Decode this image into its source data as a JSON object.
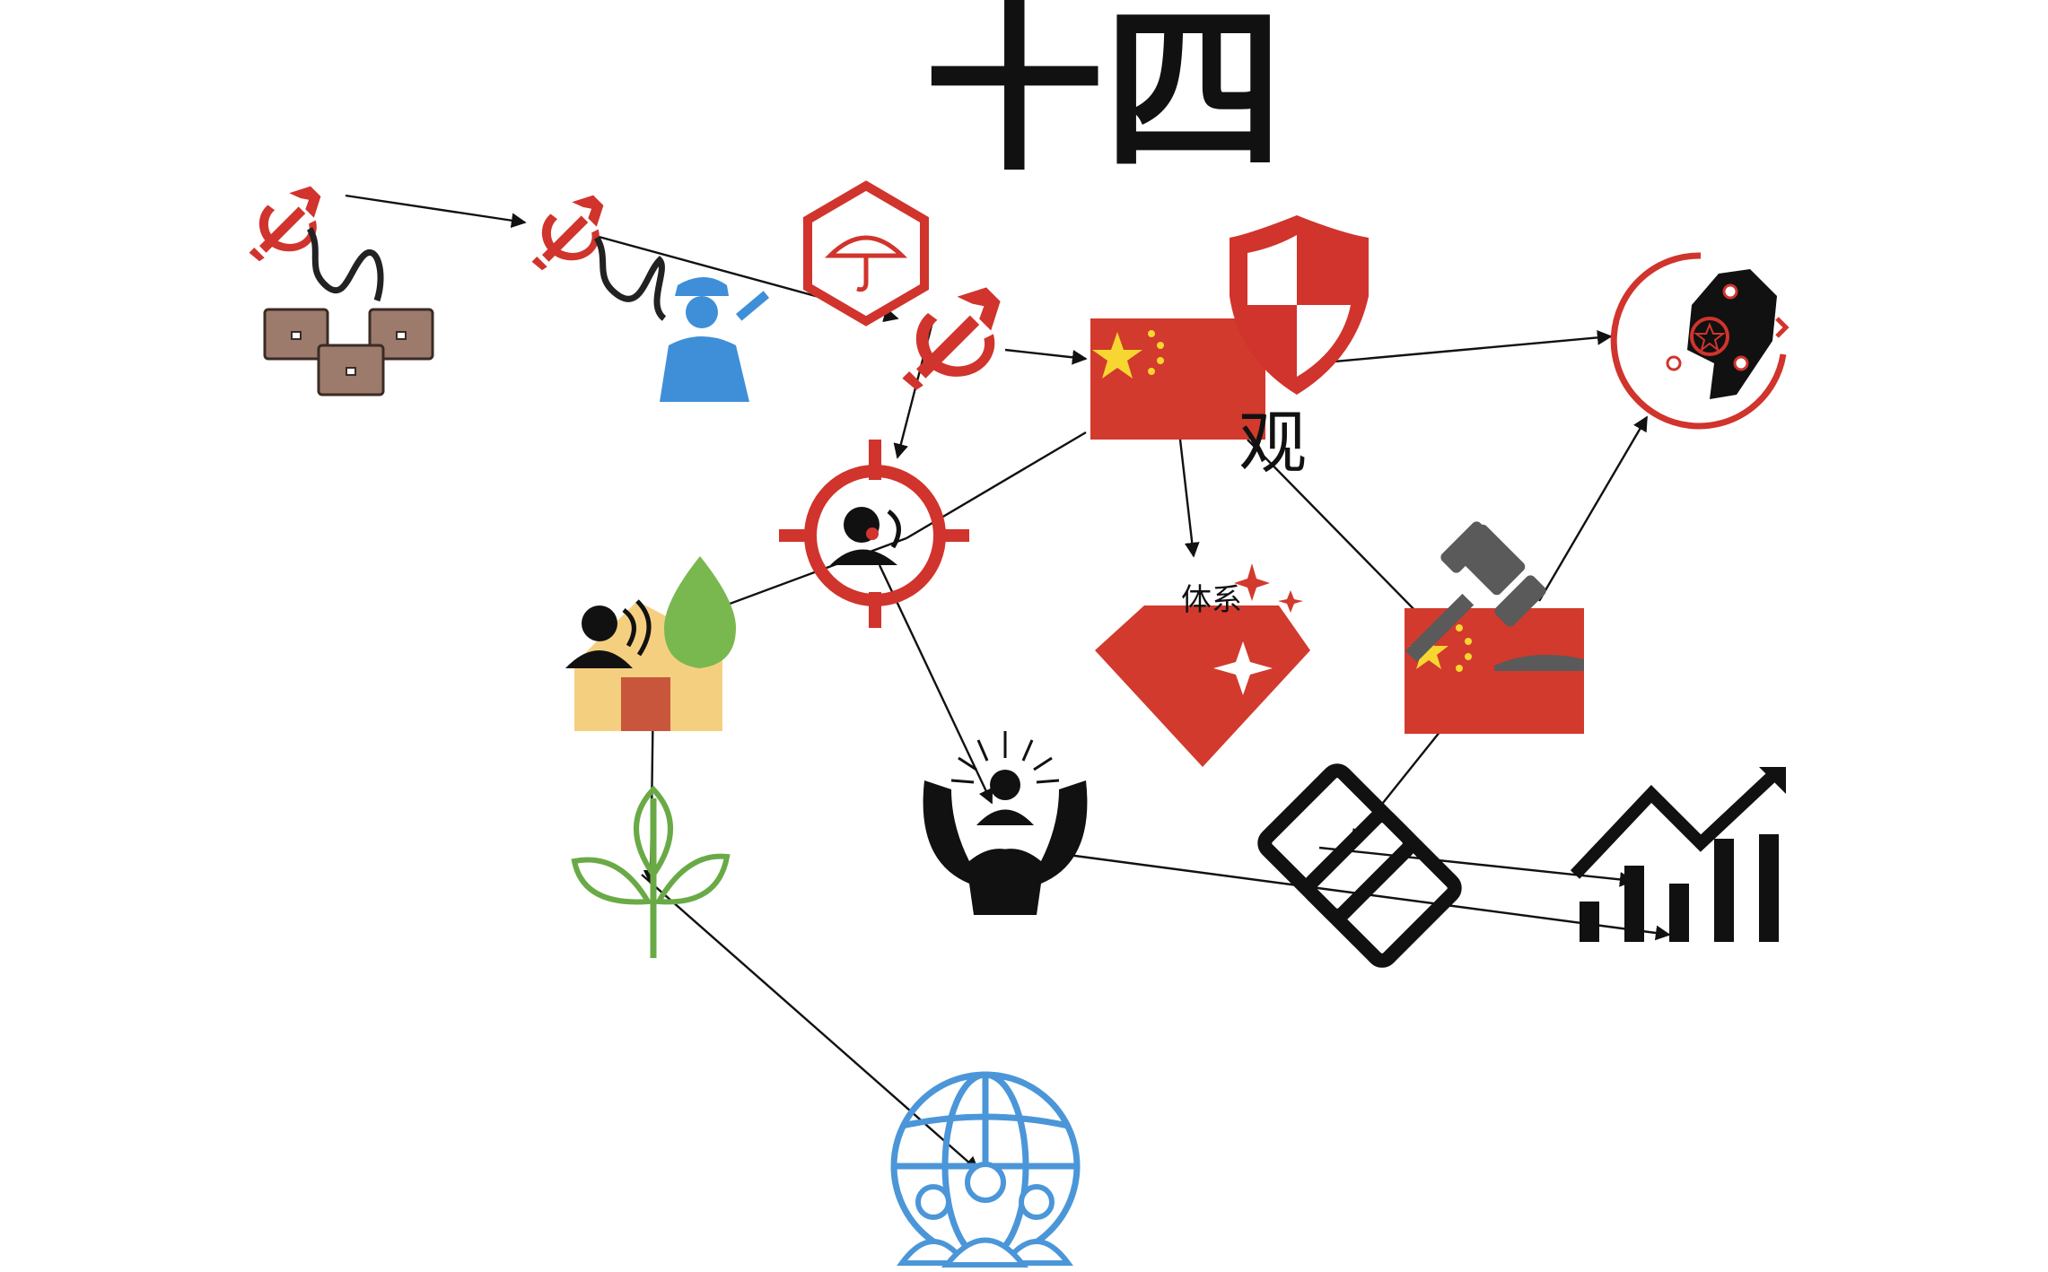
{
  "title": "十四",
  "labels": {
    "guan": "观",
    "tixi": "体系"
  },
  "colors": {
    "party_red": "#d0342c",
    "flag_red": "#d23a2d",
    "flag_yellow": "#f7d631",
    "ruby": "#d23a2d",
    "police_blue": "#3e8fd8",
    "globe_blue": "#4b96d8",
    "leaf_green": "#6aaa46",
    "drop_green": "#79b84f",
    "house_yellow": "#f5cf80",
    "house_door": "#c8563c",
    "briefcase": "#9c7b6c",
    "gavel_gray": "#5a5a5a",
    "ink": "#111111",
    "arrow": "#111111"
  },
  "icons": [
    "hammer-sickle-briefcases-icon",
    "hammer-sickle-police-icon",
    "umbrella-hexagon-icon",
    "hammer-sickle-icon",
    "china-flag-icon",
    "shield-icon",
    "taiwan-map-icon",
    "target-person-icon",
    "ruby-gem-icon",
    "gavel-flag-icon",
    "person-house-drop-icon",
    "sprout-icon",
    "hands-person-icon",
    "chain-link-icon",
    "growth-chart-icon",
    "globe-people-icon"
  ]
}
